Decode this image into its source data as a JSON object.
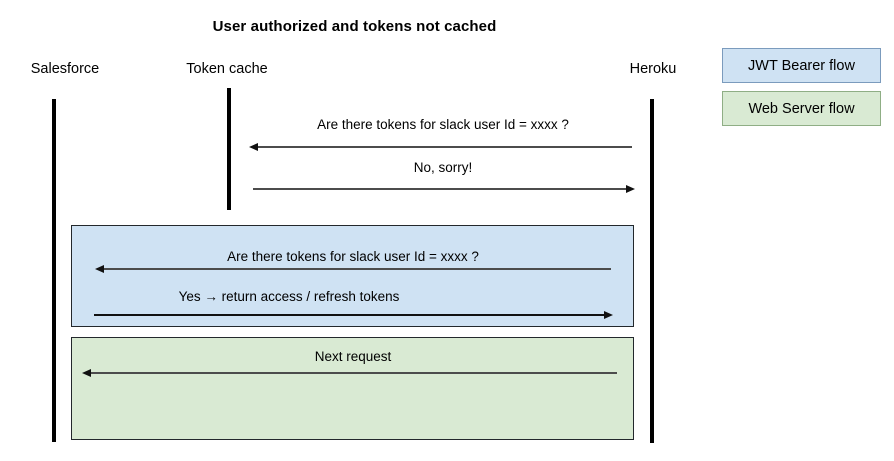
{
  "title": "User authorized and tokens not cached",
  "colors": {
    "jwt_fill": "#cfe2f3",
    "webserver_fill": "#d9ead3",
    "lifeline": "#000000",
    "arrow": "#4c4c4c",
    "text": "#000000",
    "background": "#ffffff"
  },
  "participants": [
    {
      "id": "salesforce",
      "label": "Salesforce"
    },
    {
      "id": "token-cache",
      "label": "Token cache"
    },
    {
      "id": "heroku",
      "label": "Heroku"
    }
  ],
  "messages": [
    {
      "id": "msg-1",
      "label": "Are there tokens for slack user Id = xxxx ?",
      "from": "heroku",
      "to": "token-cache",
      "direction": "left",
      "region": "uncached"
    },
    {
      "id": "msg-2",
      "label": "No, sorry!",
      "from": "token-cache",
      "to": "heroku",
      "direction": "right",
      "region": "uncached"
    },
    {
      "id": "msg-3",
      "label": "Are there tokens for slack user Id = xxxx ?",
      "from": "heroku",
      "to": "salesforce",
      "direction": "left",
      "region": "jwt-bearer-flow"
    },
    {
      "id": "msg-4",
      "label": "Yes → return access / refresh tokens",
      "from": "salesforce",
      "to": "heroku",
      "direction": "right",
      "region": "jwt-bearer-flow"
    },
    {
      "id": "msg-5",
      "label": "Next request",
      "from": "heroku",
      "to": "salesforce",
      "direction": "left",
      "region": "web-server-flow"
    }
  ],
  "regions": [
    {
      "id": "jwt-bearer-flow",
      "flow": "jwt"
    },
    {
      "id": "web-server-flow",
      "flow": "webserver"
    }
  ],
  "legend": {
    "items": [
      {
        "id": "jwt-bearer-flow",
        "label": "JWT Bearer flow",
        "color": "#cfe2f3"
      },
      {
        "id": "web-server-flow",
        "label": "Web Server flow",
        "color": "#d9ead3"
      }
    ]
  }
}
